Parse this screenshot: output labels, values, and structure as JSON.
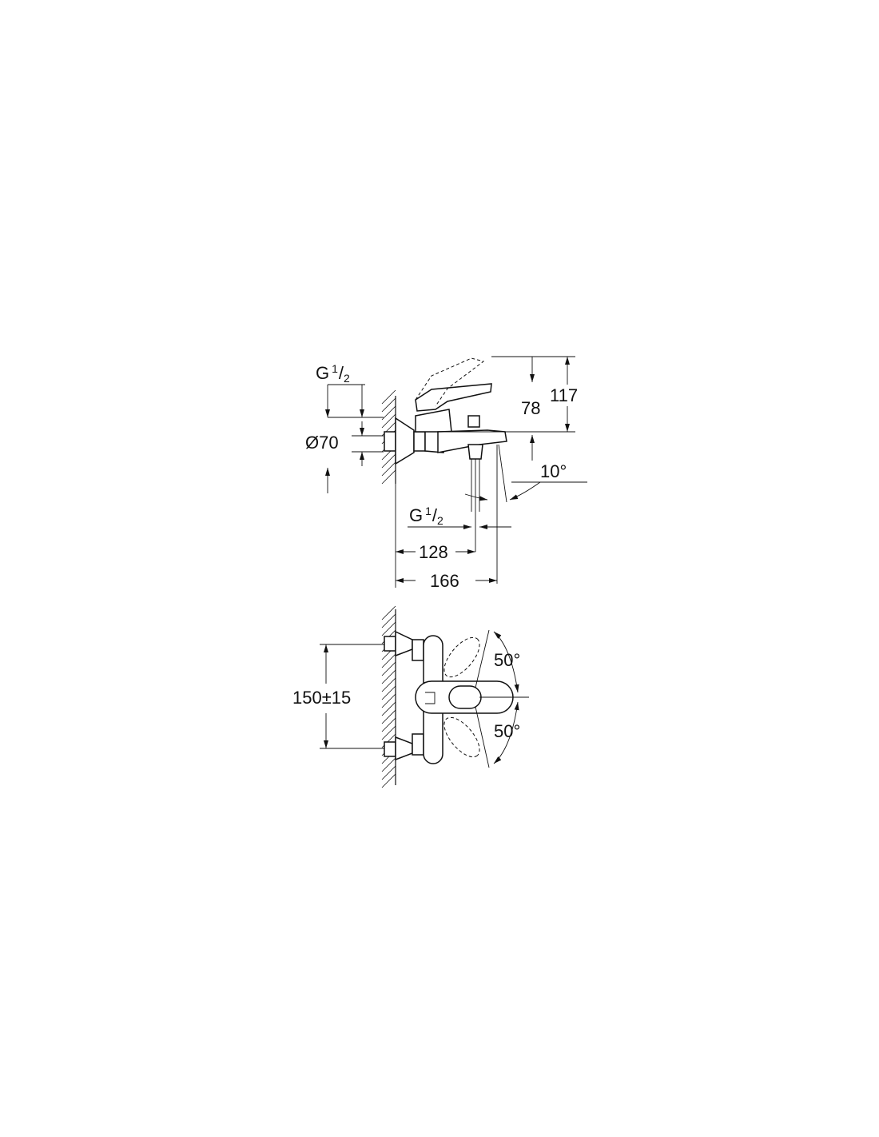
{
  "side_view": {
    "thread_inlet_label": "G",
    "thread_inlet_num": "1",
    "thread_inlet_den": "2",
    "escutcheon_diameter": "Ø70",
    "height_78": "78",
    "height_117": "117",
    "spout_angle": "10°",
    "thread_outlet_label": "G",
    "thread_outlet_num": "1",
    "thread_outlet_den": "2",
    "depth_128": "128",
    "depth_166": "166"
  },
  "top_view": {
    "centers": "150±15",
    "rotation_upper": "50°",
    "rotation_lower": "50°"
  }
}
